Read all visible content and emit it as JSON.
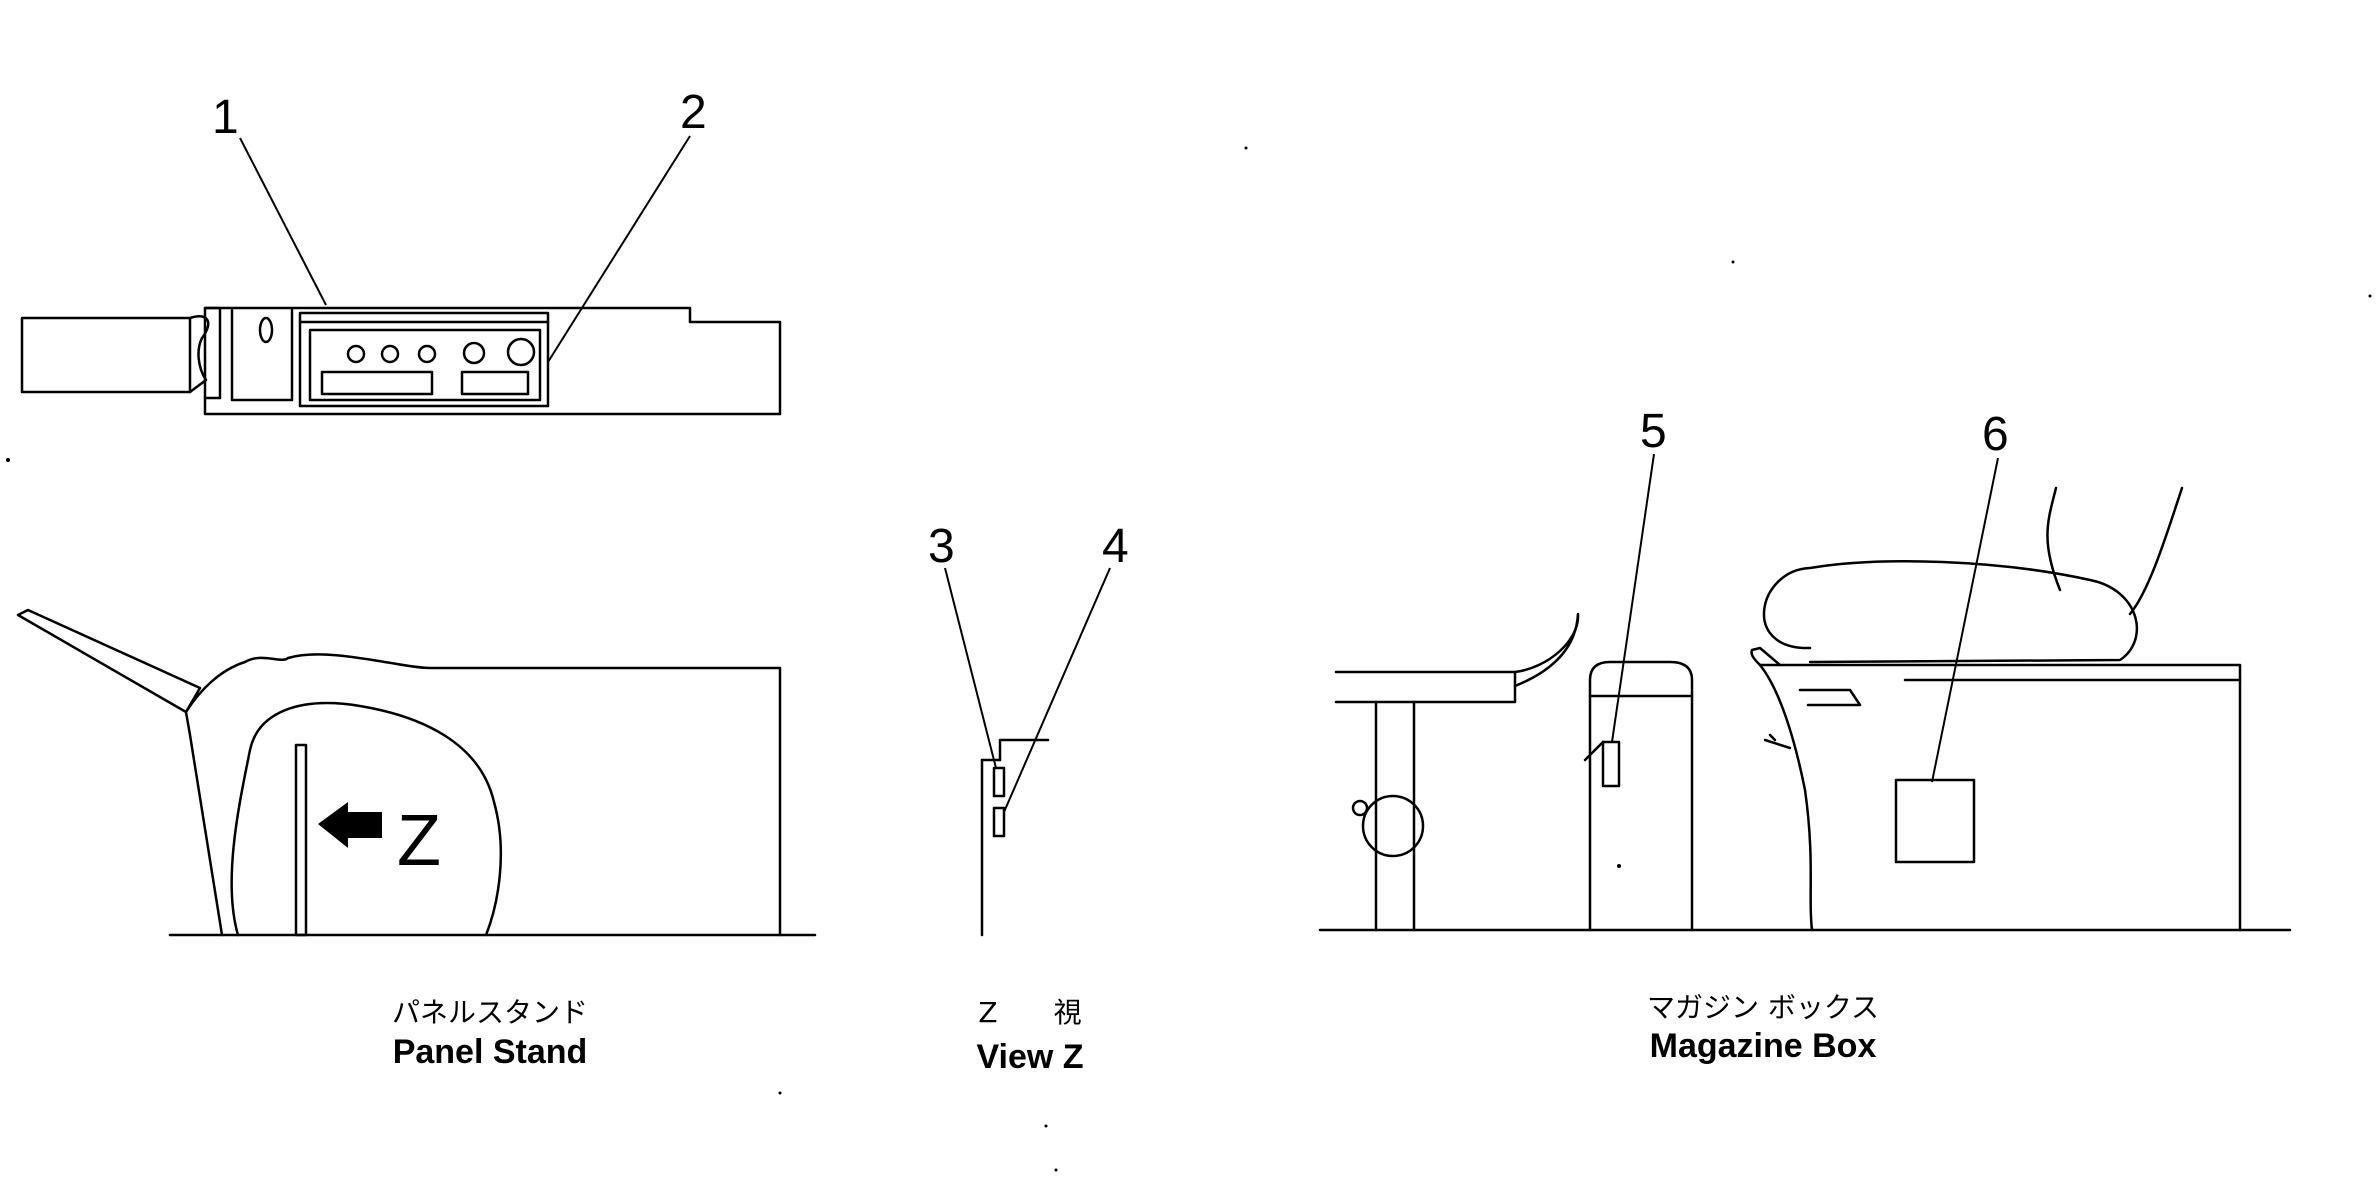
{
  "callouts": [
    "1",
    "2",
    "3",
    "4",
    "5",
    "6"
  ],
  "z_marker": "Z",
  "captions": {
    "panel_stand": {
      "jp": "パネルスタンド",
      "en": "Panel  Stand"
    },
    "view_z": {
      "jp": "Z　　視",
      "en": "View Z"
    },
    "magazine_box": {
      "jp": "マガジン ボックス",
      "en": "Magazine Box"
    }
  },
  "colors": {
    "line": "#000000",
    "background": "#ffffff"
  }
}
